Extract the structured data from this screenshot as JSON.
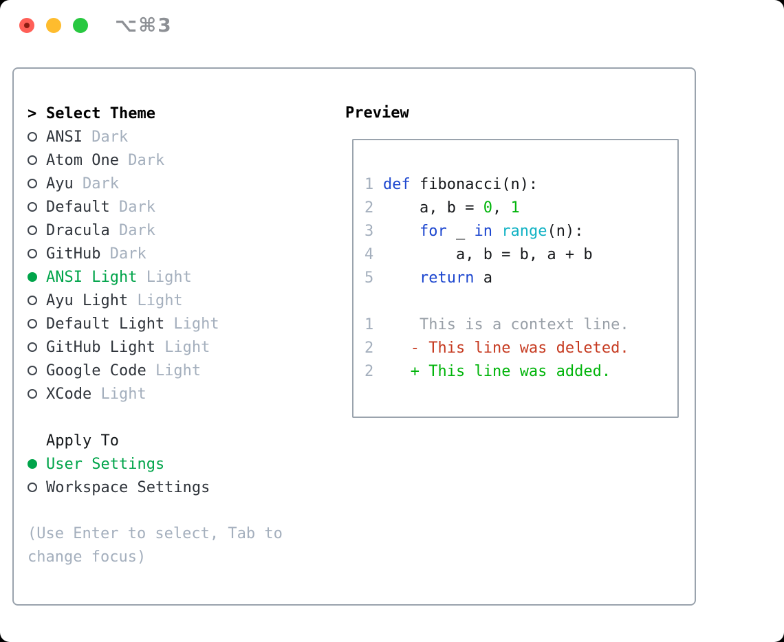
{
  "window": {
    "title_shortcut": "⌥⌘3",
    "traffic_lights": [
      "close",
      "minimize",
      "zoom"
    ]
  },
  "colors": {
    "text_dark": "#22262c",
    "border_gray": "#9aa3ad",
    "muted_gray": "#a4afbd",
    "context_gray": "#989fa7",
    "title_gray": "#8d9095",
    "keyword_blue": "#1c46cf",
    "builtin_cyan": "#12b2c4",
    "literal_green": "#00b40a",
    "added_green": "#00b40a",
    "deleted_red": "#c63a20",
    "selection_green": "#00a44a",
    "traffic_red": "#ff5f57",
    "traffic_red_dot": "#8c1d12",
    "traffic_yellow": "#febc2e",
    "traffic_green": "#28c840"
  },
  "theme_picker": {
    "prompt": ">",
    "header": "Select Theme",
    "items": [
      {
        "name": "ANSI",
        "tag": "Dark",
        "selected": false
      },
      {
        "name": "Atom One",
        "tag": "Dark",
        "selected": false
      },
      {
        "name": "Ayu",
        "tag": "Dark",
        "selected": false
      },
      {
        "name": "Default",
        "tag": "Dark",
        "selected": false
      },
      {
        "name": "Dracula",
        "tag": "Dark",
        "selected": false
      },
      {
        "name": "GitHub",
        "tag": "Dark",
        "selected": false
      },
      {
        "name": "ANSI Light",
        "tag": "Light",
        "selected": true
      },
      {
        "name": "Ayu Light",
        "tag": "Light",
        "selected": false
      },
      {
        "name": "Default Light",
        "tag": "Light",
        "selected": false
      },
      {
        "name": "GitHub Light",
        "tag": "Light",
        "selected": false
      },
      {
        "name": "Google Code",
        "tag": "Light",
        "selected": false
      },
      {
        "name": "XCode",
        "tag": "Light",
        "selected": false
      }
    ]
  },
  "apply_to": {
    "header": "Apply To",
    "options": [
      {
        "label": "User Settings",
        "selected": true
      },
      {
        "label": "Workspace Settings",
        "selected": false
      }
    ]
  },
  "help_text": "(Use Enter to select, Tab to change focus)",
  "preview": {
    "header": "Preview",
    "code_lines": [
      {
        "num": "1",
        "tokens": [
          {
            "t": "def",
            "c": "kw"
          },
          {
            "t": " fibonacci(n):",
            "c": "plain"
          }
        ]
      },
      {
        "num": "2",
        "tokens": [
          {
            "t": "    a, b = ",
            "c": "plain"
          },
          {
            "t": "0",
            "c": "lit"
          },
          {
            "t": ", ",
            "c": "plain"
          },
          {
            "t": "1",
            "c": "lit"
          }
        ]
      },
      {
        "num": "3",
        "tokens": [
          {
            "t": "    ",
            "c": "plain"
          },
          {
            "t": "for",
            "c": "kw"
          },
          {
            "t": " _ ",
            "c": "plain"
          },
          {
            "t": "in",
            "c": "kw"
          },
          {
            "t": " ",
            "c": "plain"
          },
          {
            "t": "range",
            "c": "fn"
          },
          {
            "t": "(n):",
            "c": "plain"
          }
        ]
      },
      {
        "num": "4",
        "tokens": [
          {
            "t": "        a, b = b, a + b",
            "c": "plain"
          }
        ]
      },
      {
        "num": "5",
        "tokens": [
          {
            "t": "    ",
            "c": "plain"
          },
          {
            "t": "return",
            "c": "kw"
          },
          {
            "t": " a",
            "c": "plain"
          }
        ]
      }
    ],
    "diff_lines": [
      {
        "num": "1",
        "tokens": [
          {
            "t": "    This is a context line.",
            "c": "ctx"
          }
        ]
      },
      {
        "num": "2",
        "tokens": [
          {
            "t": "   ",
            "c": "plain"
          },
          {
            "t": "- This line was deleted.",
            "c": "del"
          }
        ]
      },
      {
        "num": "2",
        "tokens": [
          {
            "t": "   ",
            "c": "plain"
          },
          {
            "t": "+ This line was added.",
            "c": "add"
          }
        ]
      }
    ]
  }
}
